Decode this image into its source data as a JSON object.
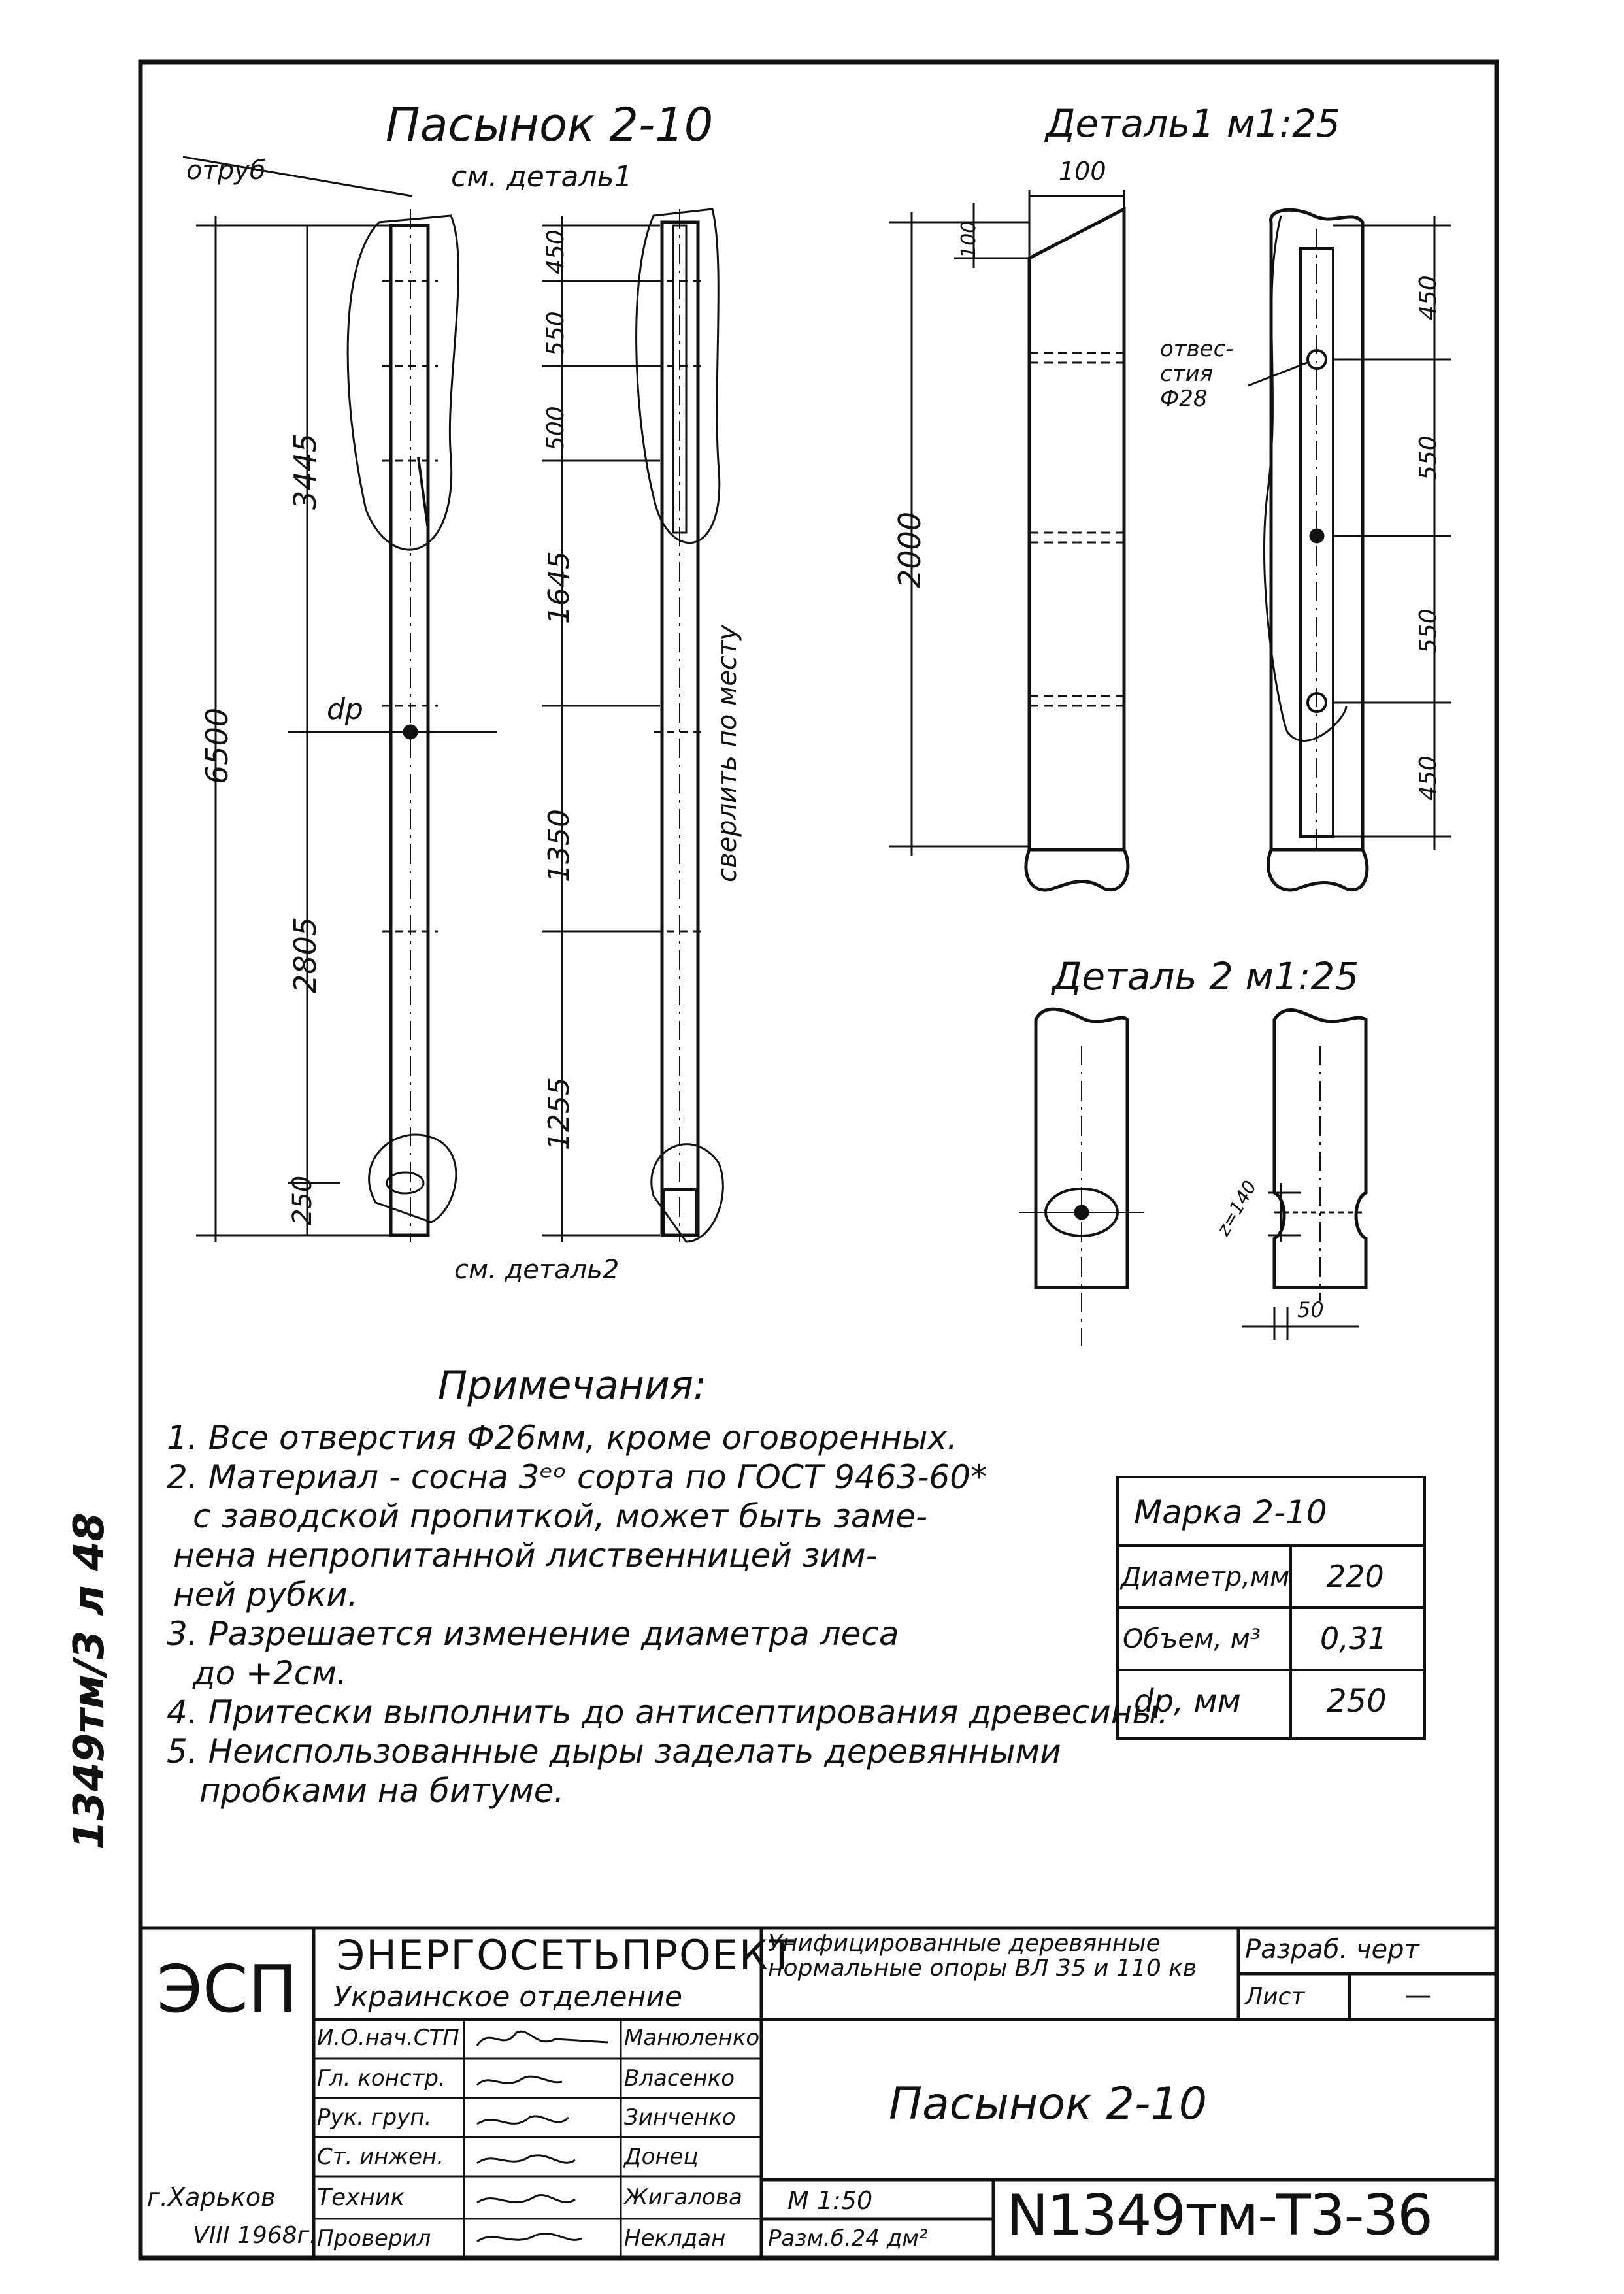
{
  "titles": {
    "main": "Пасынок 2-10",
    "detail1": "Деталь1 м1:25",
    "detail2": "Деталь 2 м1:25"
  },
  "left_labels": {
    "otrub": "отруб",
    "see_detail1": "см. деталь1",
    "see_detail2": "см. деталь2",
    "dp": "dp",
    "drill": "сверлить по месту"
  },
  "dims_left": {
    "d6500": "6500",
    "d3445": "3445",
    "d2805": "2805",
    "d250": "250",
    "d450": "450",
    "d550": "550",
    "d500": "500",
    "d1645": "1645",
    "d1350": "1350",
    "d1255": "1255"
  },
  "dims_detail1": {
    "d100_top": "100",
    "d100_side": "100",
    "d2000": "2000",
    "holes": "отвес- стия Ф28",
    "r450a": "450",
    "r550a": "550",
    "r550b": "550",
    "r450b": "450"
  },
  "dims_detail2": {
    "z": "z=140",
    "d50": "50"
  },
  "notes": {
    "heading": "Примечания:",
    "items": [
      "1. Все отверстия Ф26мм, кроме оговоренных.",
      "2. Материал - сосна 3ᵉᵒ сорта по ГОСТ 9463-60*",
      "с заводской пропиткой, может быть заме-",
      "нена непропитанной лиственницей зим-",
      "ней рубки.",
      "3. Разрешается изменение диаметра леса",
      "до +2см.",
      "4. Притески выполнить до антисептирования древесины.",
      "5. Неиспользованные дыры заделать деревянными",
      "пробками на битуме."
    ]
  },
  "spec_table": {
    "title": "Марка 2-10",
    "rows": [
      {
        "label": "Диаметр,мм",
        "value": "220"
      },
      {
        "label": "Объем, м³",
        "value": "0,31"
      },
      {
        "label": "dp, мм",
        "value": "250"
      }
    ]
  },
  "side_text": "1349тм/3 л 48",
  "title_block": {
    "logo": "ЭСП",
    "org": "ЭНЕРГОСЕТЬПРОЕКТ",
    "branch": "Украинское отделение",
    "project": "Унифицированные деревянные нормальные опоры ВЛ 35 и 110 кв",
    "sheet_label": "Разраб. черт",
    "list_label": "Лист",
    "list_value": "—",
    "drawing_name": "Пасынок 2-10",
    "scale": "М 1:50",
    "size": "Разм.б.24 дм²",
    "number": "N1349тм-Т3-36",
    "city": "г.Харьков",
    "date": "VIII 1968г.",
    "staff": [
      {
        "role": "И.О.нач.СТП",
        "name": "Манюленко"
      },
      {
        "role": "Гл. констр.",
        "name": "Власенко"
      },
      {
        "role": "Рук. груп.",
        "name": "Зинченко"
      },
      {
        "role": "Ст. инжен.",
        "name": "Донец"
      },
      {
        "role": "Техник",
        "name": "Жигалова"
      },
      {
        "role": "Проверил",
        "name": "Неклдан"
      }
    ]
  }
}
